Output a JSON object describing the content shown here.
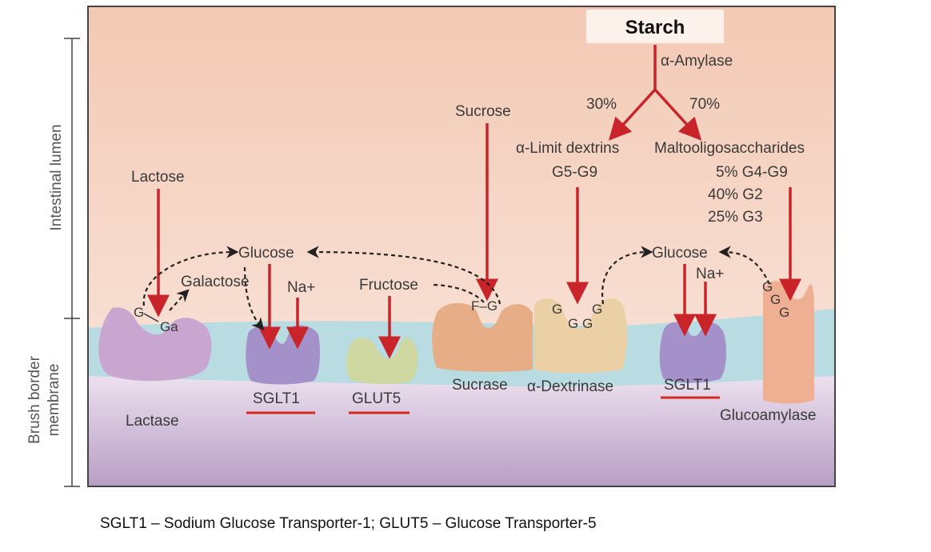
{
  "side_labels": {
    "lumen": "Intestinal lumen",
    "membrane_line1": "Brush border",
    "membrane_line2": "membrane"
  },
  "starch": {
    "title": "Starch",
    "enzyme": "α-Amylase",
    "pct_left": "30%",
    "pct_right": "70%",
    "limit_dextrins": "α-Limit dextrins",
    "g5g9": "G5-G9",
    "malto": "Maltooligosaccharides",
    "malto_1": "5% G4-G9",
    "malto_2": "40% G2",
    "malto_3": "25% G3"
  },
  "substrates": {
    "lactose": "Lactose",
    "sucrose": "Sucrose",
    "glucose_left": "Glucose",
    "galactose": "Galactose",
    "na_left": "Na+",
    "fructose": "Fructose",
    "glucose_right": "Glucose",
    "na_right": "Na+"
  },
  "site_letters": {
    "lactase_g": "G",
    "lactase_ga": "Ga",
    "sucrase_fg": "F–G",
    "dex_g1": "G",
    "dex_g2": "G",
    "dex_g3": "G",
    "dex_g4": "G",
    "gluco_g1": "G",
    "gluco_g2": "G",
    "gluco_g3": "G"
  },
  "enzymes": {
    "lactase": "Lactase",
    "sglt1_left": "SGLT1",
    "glut5": "GLUT5",
    "sucrase": "Sucrase",
    "dextrinase": "α-Dextrinase",
    "sglt1_right": "SGLT1",
    "glucoamylase": "Glucoamylase"
  },
  "footnote": "SGLT1 – Sodium Glucose Transporter-1; GLUT5 – Glucose Transporter-5",
  "colors": {
    "arrow": "#c8242a",
    "underline": "#d42a1f",
    "lactase": "#c9a6cf",
    "sglt1": "#a491c9",
    "glut5": "#cfd8a0",
    "sucrase": "#e7ad86",
    "dextrinase": "#ead0a4",
    "glucoamylase": "#eeaf92",
    "membrane": "#b9dbe2"
  }
}
